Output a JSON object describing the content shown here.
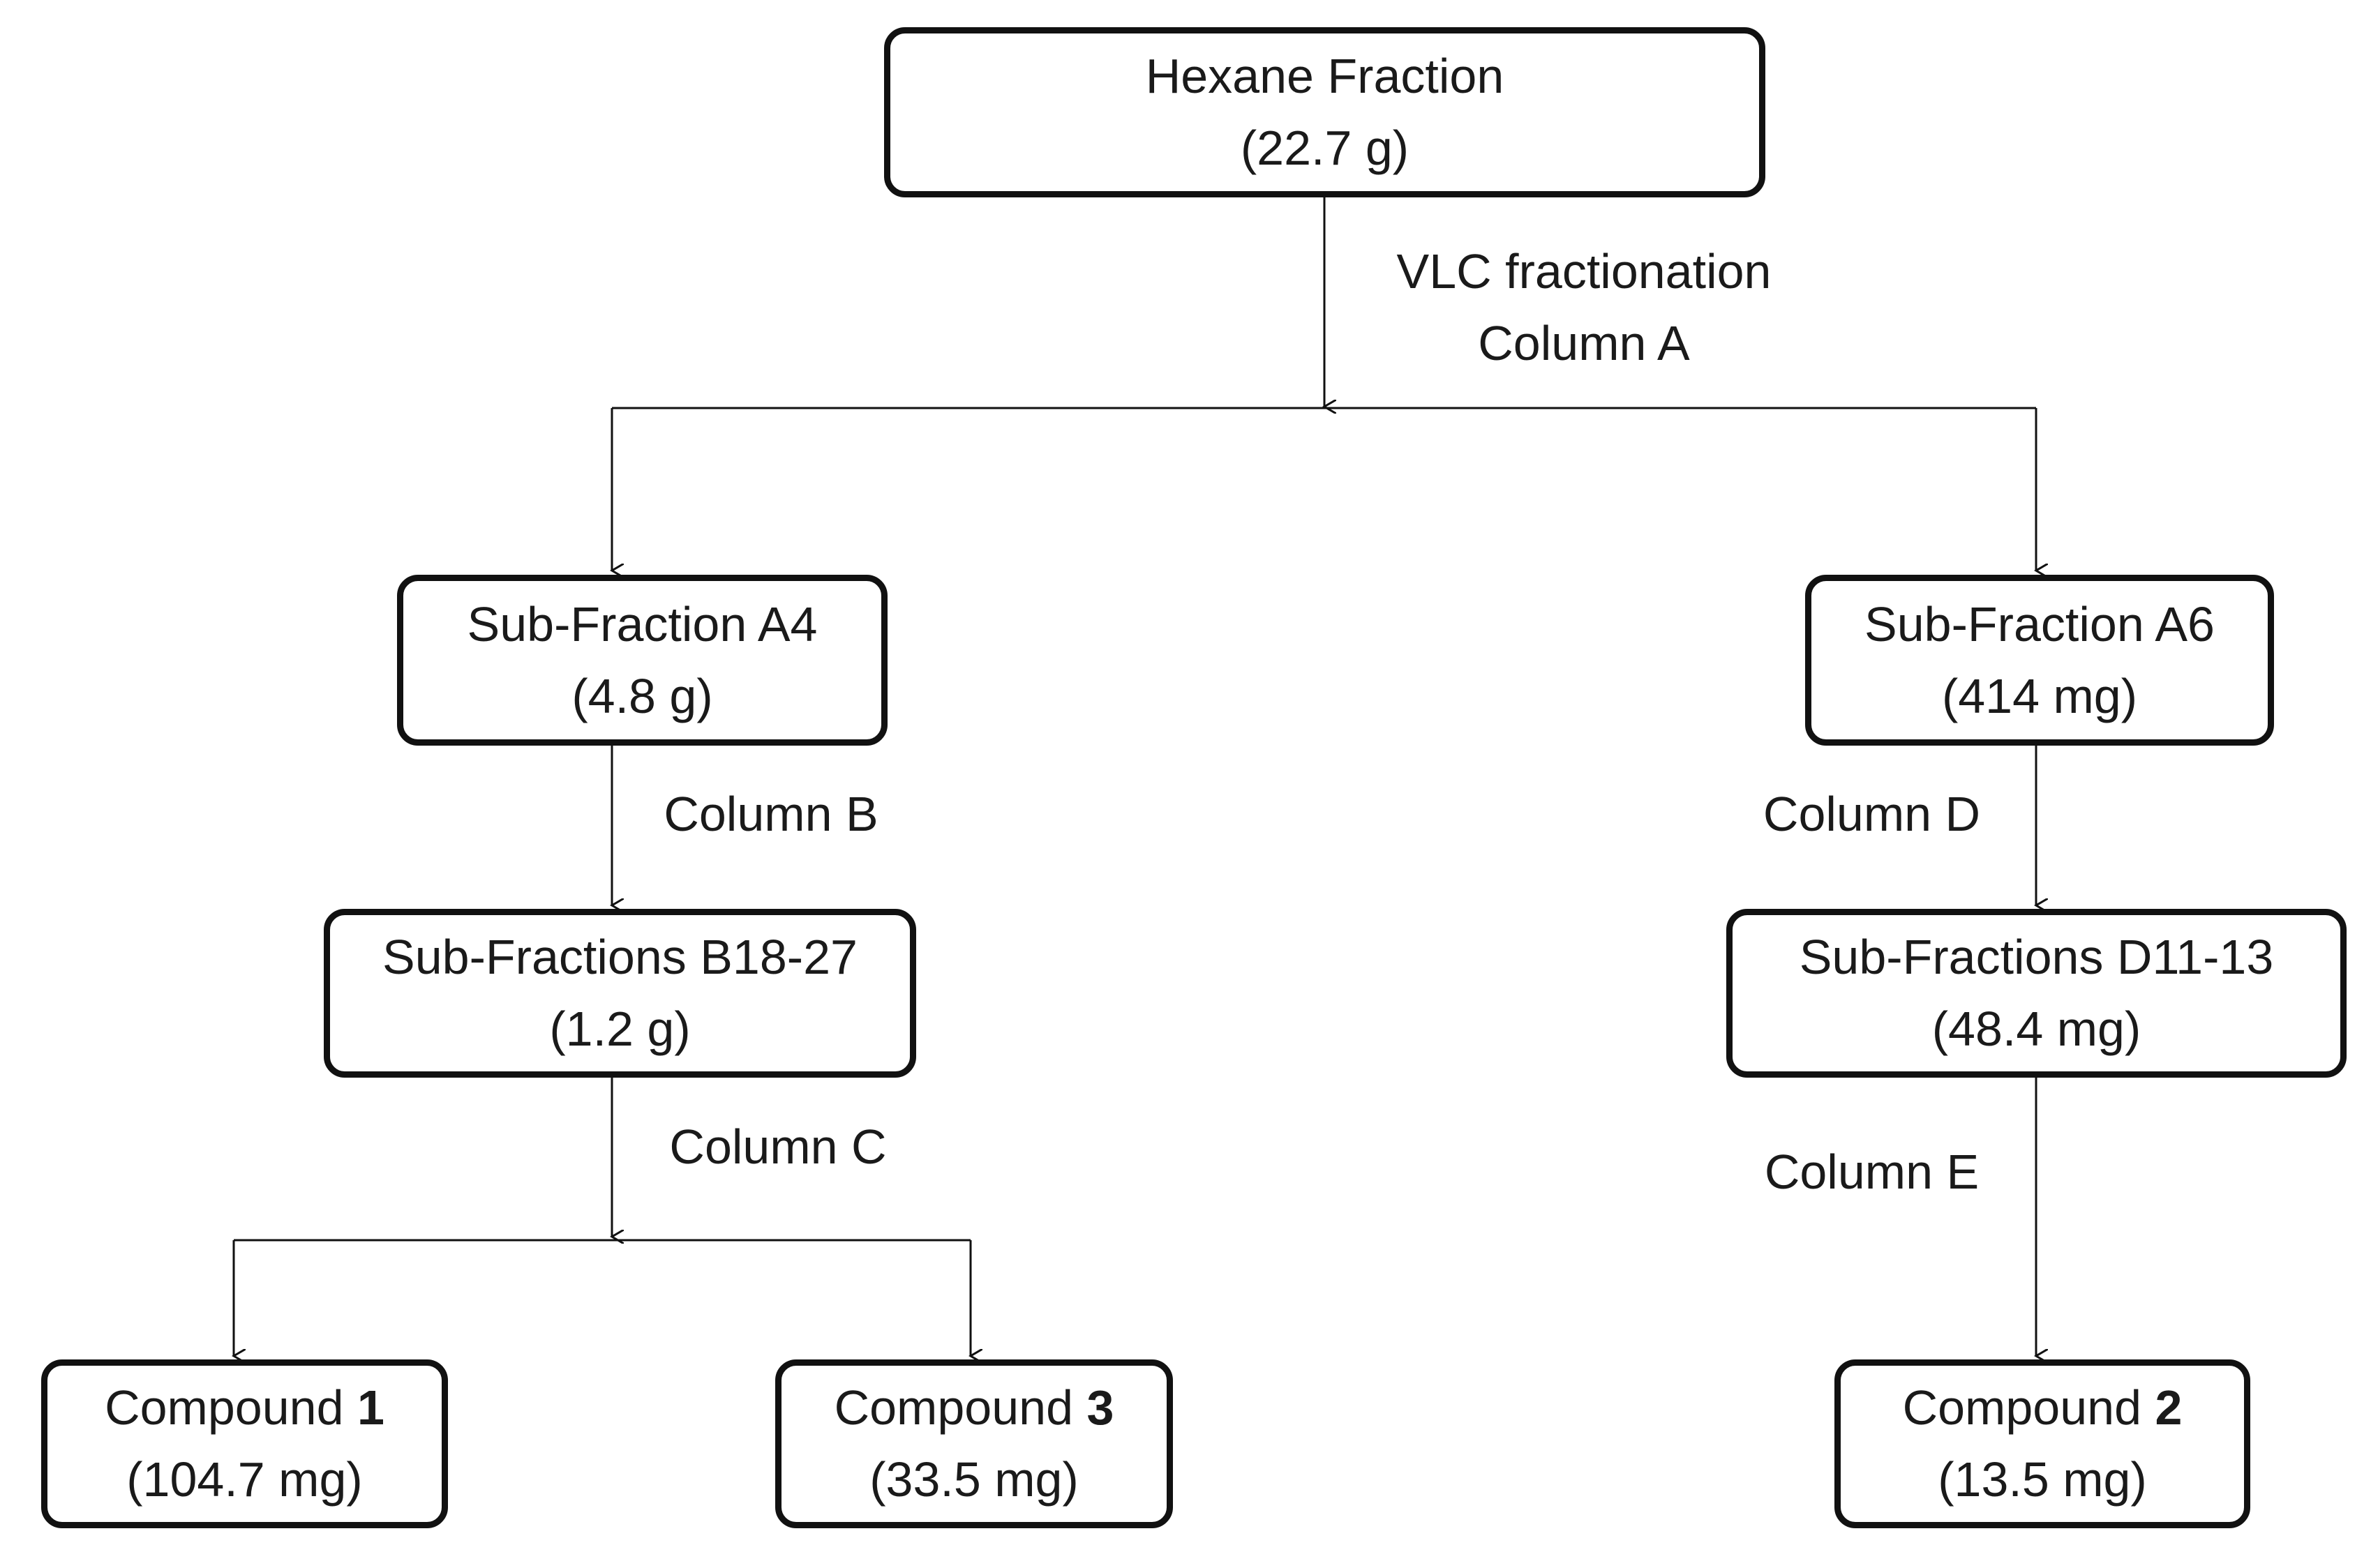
{
  "nodes": {
    "hexane": {
      "name": "Hexane Fraction",
      "amount": "(22.7 g)"
    },
    "a4": {
      "name": "Sub-Fraction A4",
      "amount": "(4.8 g)"
    },
    "a6": {
      "name": "Sub-Fraction A6",
      "amount": "(414 mg)"
    },
    "b18_27": {
      "name": "Sub-Fractions B18-27",
      "amount": "(1.2 g)"
    },
    "d11_13": {
      "name": "Sub-Fractions D11-13",
      "amount": "(48.4 mg)"
    },
    "compound1": {
      "prefix": "Compound ",
      "number": "1",
      "amount": "(104.7 mg)"
    },
    "compound3": {
      "prefix": "Compound ",
      "number": "3",
      "amount": "(33.5 mg)"
    },
    "compound2": {
      "prefix": "Compound ",
      "number": "2",
      "amount": "(13.5 mg)"
    }
  },
  "edge_labels": {
    "vlc_line1": "VLC fractionation",
    "vlc_line2": "Column A",
    "column_b": "Column B",
    "column_c": "Column C",
    "column_d": "Column D",
    "column_e": "Column E"
  },
  "colors": {
    "stroke": "#111111",
    "text": "#1a1a1a",
    "background": "#ffffff"
  }
}
